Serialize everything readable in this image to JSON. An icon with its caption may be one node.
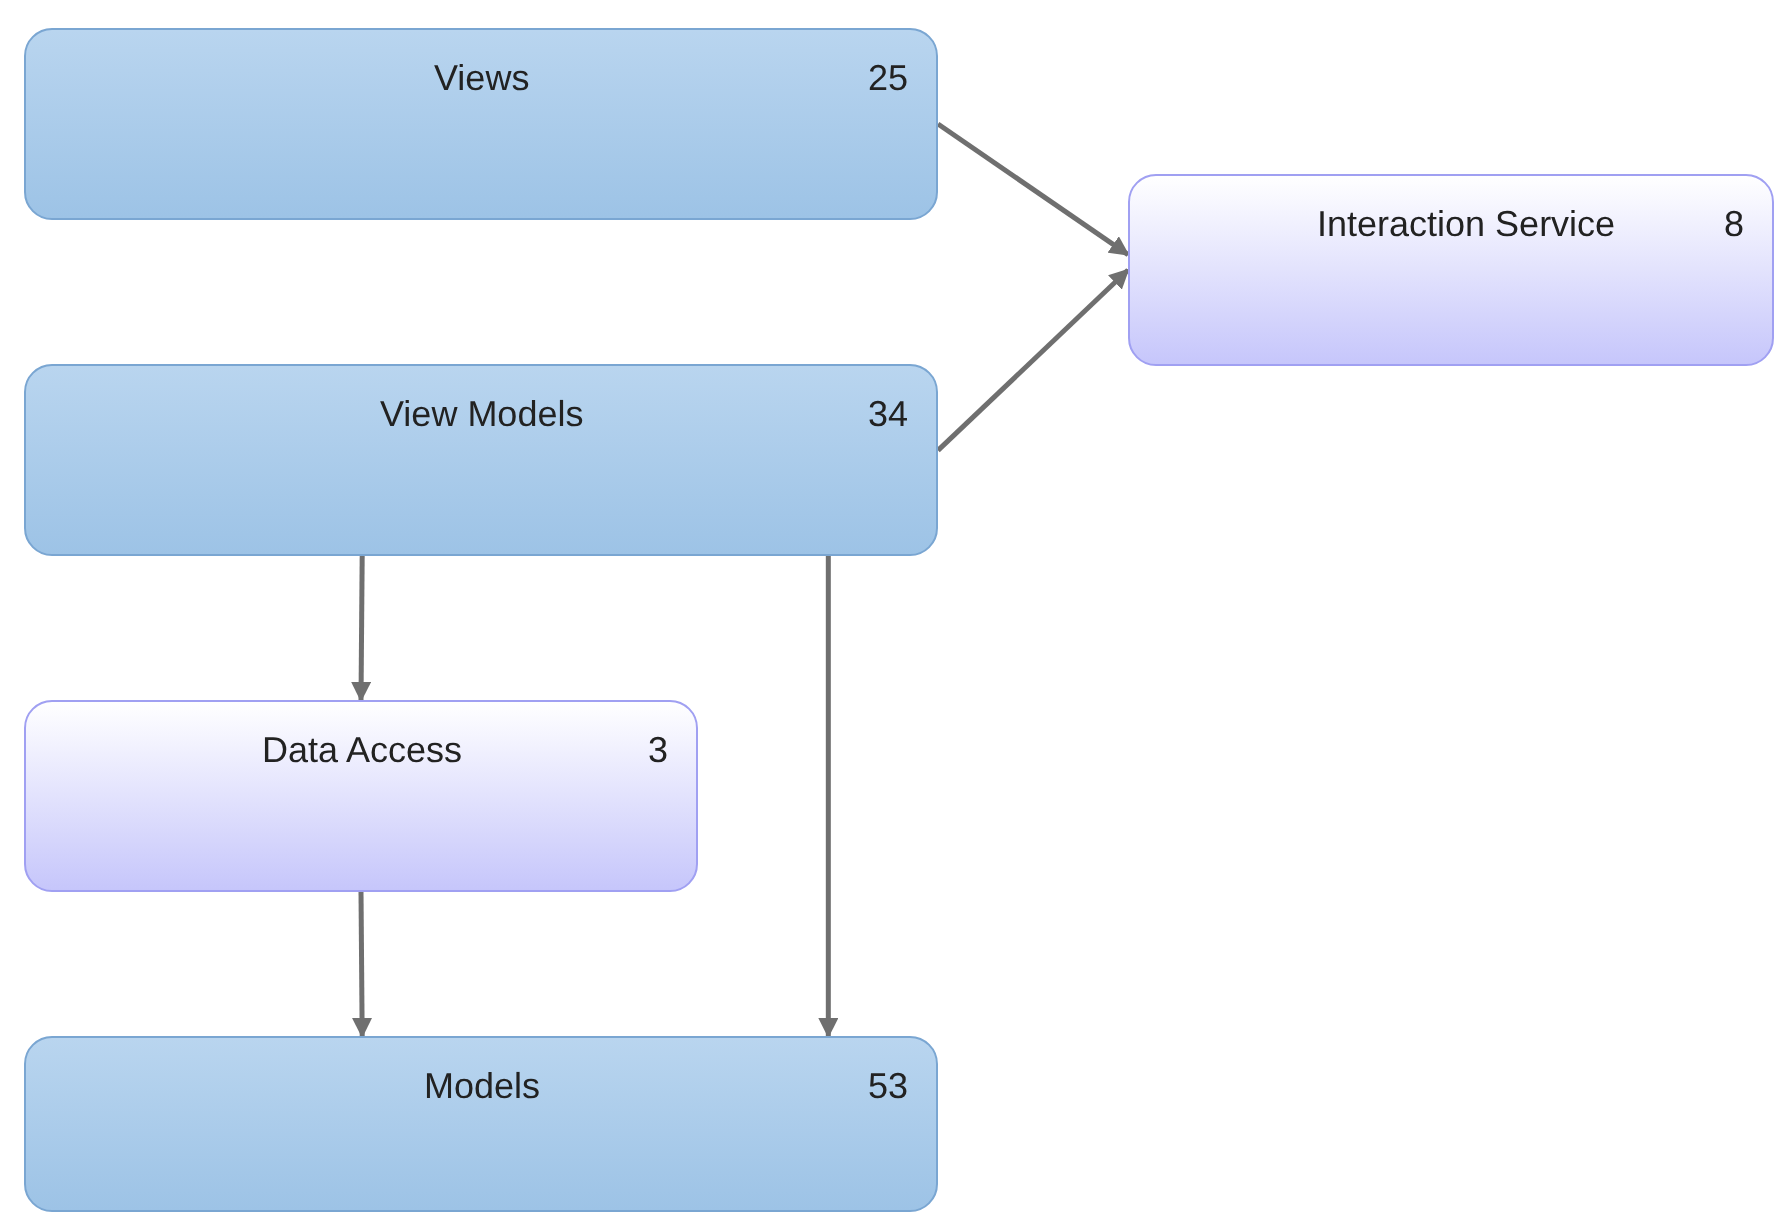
{
  "diagram": {
    "nodes": [
      {
        "text": [
          "Views",
          "25"
        ]
      },
      {
        "text": [
          "Interaction Service",
          "8"
        ]
      },
      {
        "text": [
          "View Models",
          "34"
        ]
      },
      {
        "text": [
          "Data Access",
          "3"
        ]
      },
      {
        "text": [
          "Models",
          "53"
        ]
      }
    ],
    "edges": [
      {
        "from": 0,
        "to": 1,
        "arrow": "to"
      },
      {
        "from": 2,
        "to": 1,
        "arrow": "to"
      },
      {
        "from": 2,
        "to": 3,
        "arrow": "to"
      },
      {
        "from": 3,
        "to": 4,
        "arrow": "to"
      },
      {
        "from": 2,
        "to": 4,
        "arrow": "to"
      }
    ]
  }
}
